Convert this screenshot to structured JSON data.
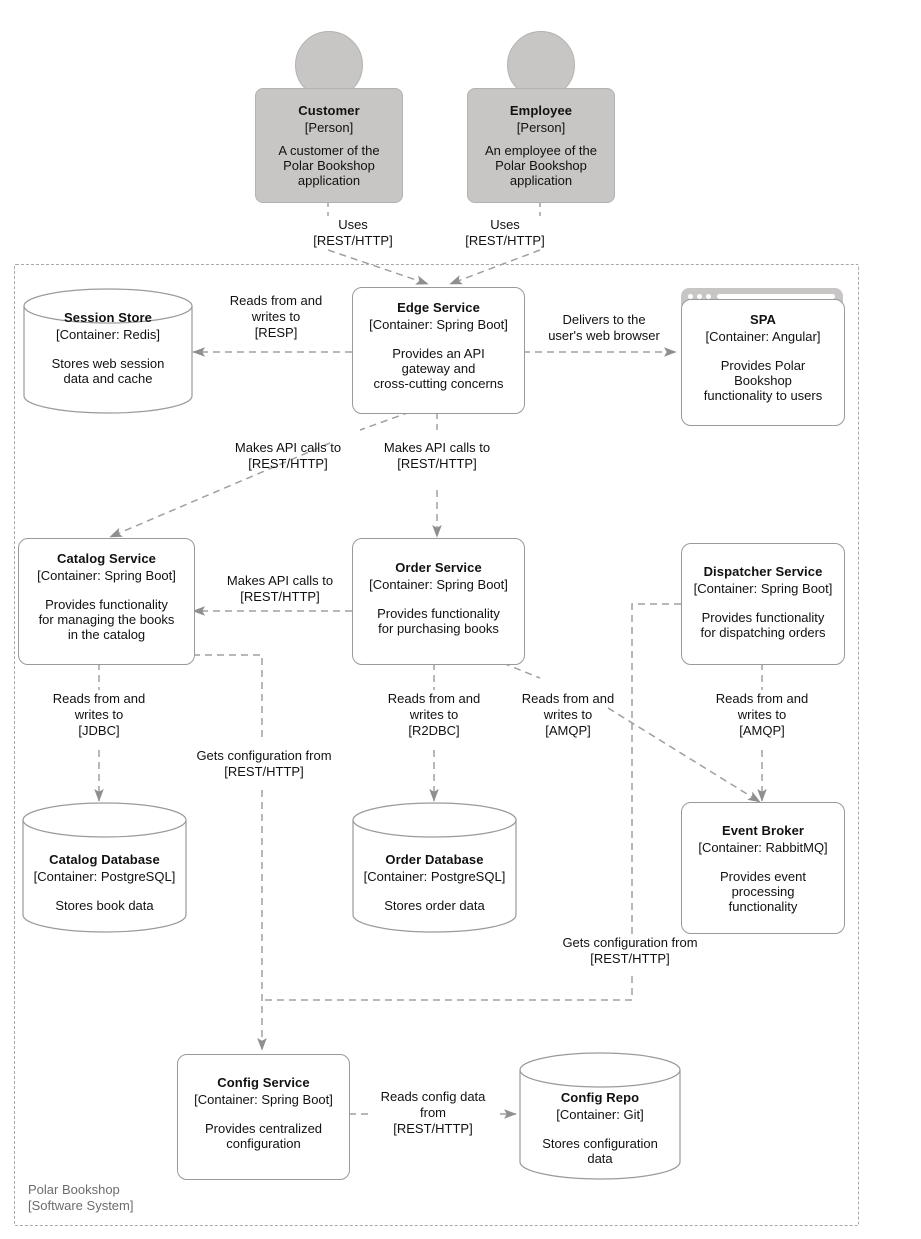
{
  "diagram": {
    "type": "c4-container-diagram",
    "boundary": {
      "name": "Polar Bookshop",
      "tag": "[Software System]",
      "label": "Polar Bookshop\n[Software System]"
    }
  },
  "nodes": {
    "customer": {
      "name": "Customer",
      "tech": "[Person]",
      "desc": "A customer of the\nPolar Bookshop\napplication",
      "shape": "person"
    },
    "employee": {
      "name": "Employee",
      "tech": "[Person]",
      "desc": "An employee of the\nPolar Bookshop\napplication",
      "shape": "person"
    },
    "session_store": {
      "name": "Session Store",
      "tech": "[Container: Redis]",
      "desc": "Stores web session\ndata and cache",
      "shape": "cylinder"
    },
    "edge_service": {
      "name": "Edge Service",
      "tech": "[Container: Spring Boot]",
      "desc": "Provides an API\ngateway and\ncross-cutting concerns",
      "shape": "box"
    },
    "spa": {
      "name": "SPA",
      "tech": "[Container: Angular]",
      "desc": "Provides Polar\nBookshop\nfunctionality to users",
      "shape": "browser"
    },
    "catalog_service": {
      "name": "Catalog Service",
      "tech": "[Container: Spring Boot]",
      "desc": "Provides functionality\nfor managing the books\nin the catalog",
      "shape": "box"
    },
    "order_service": {
      "name": "Order Service",
      "tech": "[Container: Spring Boot]",
      "desc": "Provides functionality\nfor purchasing books",
      "shape": "box"
    },
    "dispatcher_service": {
      "name": "Dispatcher Service",
      "tech": "[Container: Spring Boot]",
      "desc": "Provides functionality\nfor dispatching orders",
      "shape": "box"
    },
    "catalog_database": {
      "name": "Catalog Database",
      "tech": "[Container: PostgreSQL]",
      "desc": "Stores book data",
      "shape": "cylinder"
    },
    "order_database": {
      "name": "Order Database",
      "tech": "[Container: PostgreSQL]",
      "desc": "Stores order data",
      "shape": "cylinder"
    },
    "event_broker": {
      "name": "Event Broker",
      "tech": "[Container: RabbitMQ]",
      "desc": "Provides event\nprocessing\nfunctionality",
      "shape": "box"
    },
    "config_service": {
      "name": "Config Service",
      "tech": "[Container: Spring Boot]",
      "desc": "Provides centralized\nconfiguration",
      "shape": "box"
    },
    "config_repo": {
      "name": "Config Repo",
      "tech": "[Container: Git]",
      "desc": "Stores configuration\ndata",
      "shape": "cylinder"
    }
  },
  "edges": {
    "customer_uses_edge": {
      "label": "Uses\n[REST/HTTP]"
    },
    "employee_uses_edge": {
      "label": "Uses\n[REST/HTTP]"
    },
    "edge_to_session": {
      "label": "Reads from and\nwrites to\n[RESP]"
    },
    "edge_to_spa": {
      "label": "Delivers to the\nuser's web browser"
    },
    "edge_to_catalog": {
      "label": "Makes API calls to\n[REST/HTTP]"
    },
    "edge_to_order": {
      "label": "Makes API calls to\n[REST/HTTP]"
    },
    "order_to_catalog": {
      "label": "Makes API calls to\n[REST/HTTP]"
    },
    "catalog_to_catalogdb": {
      "label": "Reads from and\nwrites to\n[JDBC]"
    },
    "order_to_orderdb": {
      "label": "Reads from and\nwrites to\n[R2DBC]"
    },
    "order_to_broker": {
      "label": "Reads from and\nwrites to\n[AMQP]"
    },
    "dispatcher_to_broker": {
      "label": "Reads from and\nwrites to\n[AMQP]"
    },
    "catalog_gets_config": {
      "label": "Gets configuration from\n[REST/HTTP]"
    },
    "dispatcher_gets_config": {
      "label": "Gets configuration from\n[REST/HTTP]"
    },
    "config_to_repo": {
      "label": "Reads config data\nfrom\n[REST/HTTP]"
    }
  },
  "colors": {
    "person_fill": "#c7c6c4",
    "node_stroke": "#9a9a9a",
    "wire": "#a0a0a0",
    "boundary": "#a8a8a8",
    "text": "#111111",
    "boundary_text": "#6d6d6d"
  }
}
